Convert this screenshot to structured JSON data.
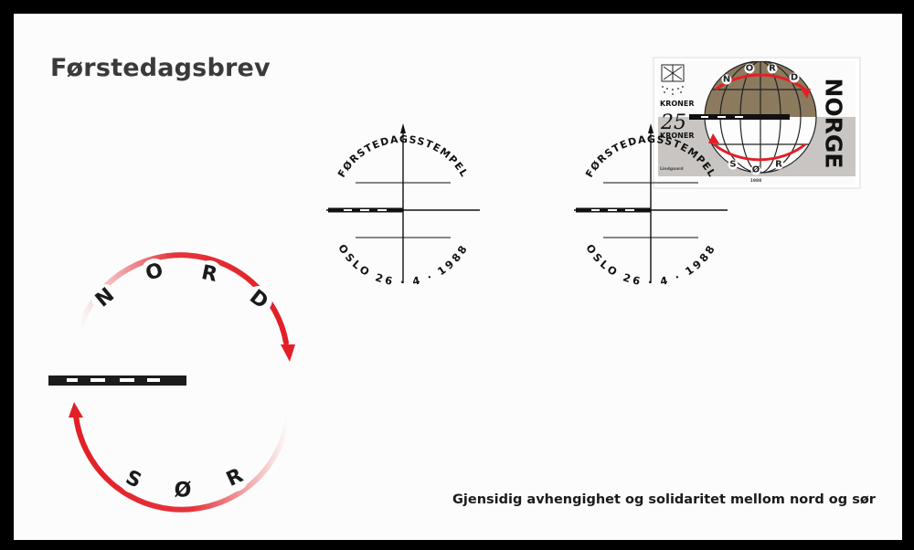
{
  "cover": {
    "title": "Førstedagsbrev",
    "caption": "Gjensidig avhengighet og solidaritet mellom nord og sør"
  },
  "logo": {
    "north_letters": [
      "N",
      "O",
      "R",
      "D"
    ],
    "south_letters": [
      "S",
      "Ø",
      "R"
    ]
  },
  "postmark": {
    "top_text": "FØRSTEDAGSSTEMPEL",
    "bottom_text": "OSLO 26 · 4 · 1988",
    "count": 2
  },
  "stamp": {
    "country": "NORGE",
    "value": "25",
    "currency_top": "KRONER",
    "currency_bottom": "KRONER",
    "north_letters": [
      "N",
      "O",
      "R",
      "D"
    ],
    "south_letters": [
      "S",
      "Ø",
      "R"
    ],
    "designer": "Lindgaard",
    "year": "1988"
  },
  "colors": {
    "background": "#000000",
    "paper": "#fcfcfc",
    "accent_red": "#e21f26",
    "globe_brown": "#8b7a5e",
    "stamp_grey": "#c8c5c2",
    "ink": "#1a1a1a"
  }
}
